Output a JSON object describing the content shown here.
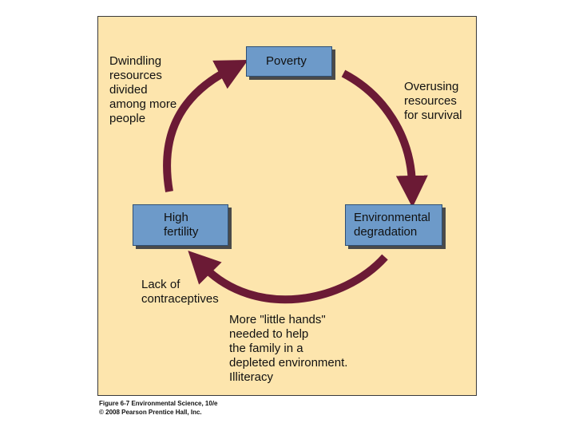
{
  "diagram": {
    "nodes": {
      "poverty": [
        "Poverty"
      ],
      "environmental_degradation": [
        "Environmental",
        "degradation"
      ],
      "high_fertility": [
        "High",
        "fertility"
      ]
    },
    "edges": {
      "overusing": [
        "Overusing",
        "resources",
        "for survival"
      ],
      "little_hands": [
        "More \"little hands\"",
        "needed to help",
        "the family in a",
        "depleted environment.",
        "Illiteracy"
      ],
      "lack": [
        "Lack of",
        "contraceptives"
      ],
      "dwindling": [
        "Dwindling",
        "resources",
        "divided",
        "among more",
        "people"
      ]
    },
    "arrow_color": "#6b1a35",
    "box_color": "#6d9ac9",
    "background_color": "#fde5ad"
  },
  "caption": {
    "line1": "Figure 6-7  Environmental Science, 10/e",
    "line2": "© 2008 Pearson Prentice Hall, Inc."
  }
}
